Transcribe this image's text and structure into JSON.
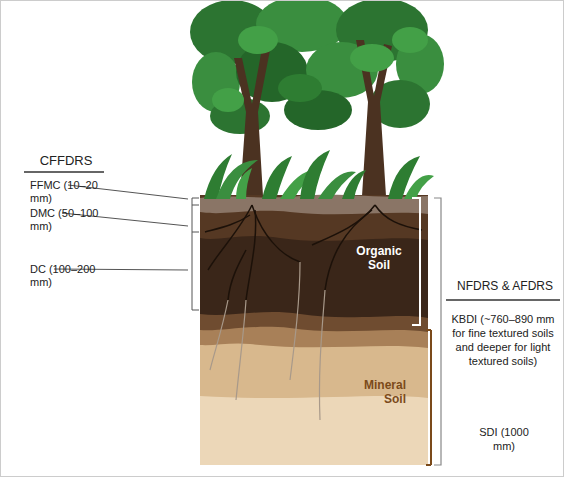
{
  "diagram": {
    "labels": [
      "CFFDRS",
      "FFMC (10–20 mm)",
      "DMC (50–100 mm)",
      "DC (100–200 mm)",
      "Organic Soil",
      "NFDRS & AFDRS",
      "KBDI (~760–890 mm for fine textured soils and deeper for light textured soils)",
      "Mineral Soil",
      "SDI (1000 mm)"
    ]
  }
}
